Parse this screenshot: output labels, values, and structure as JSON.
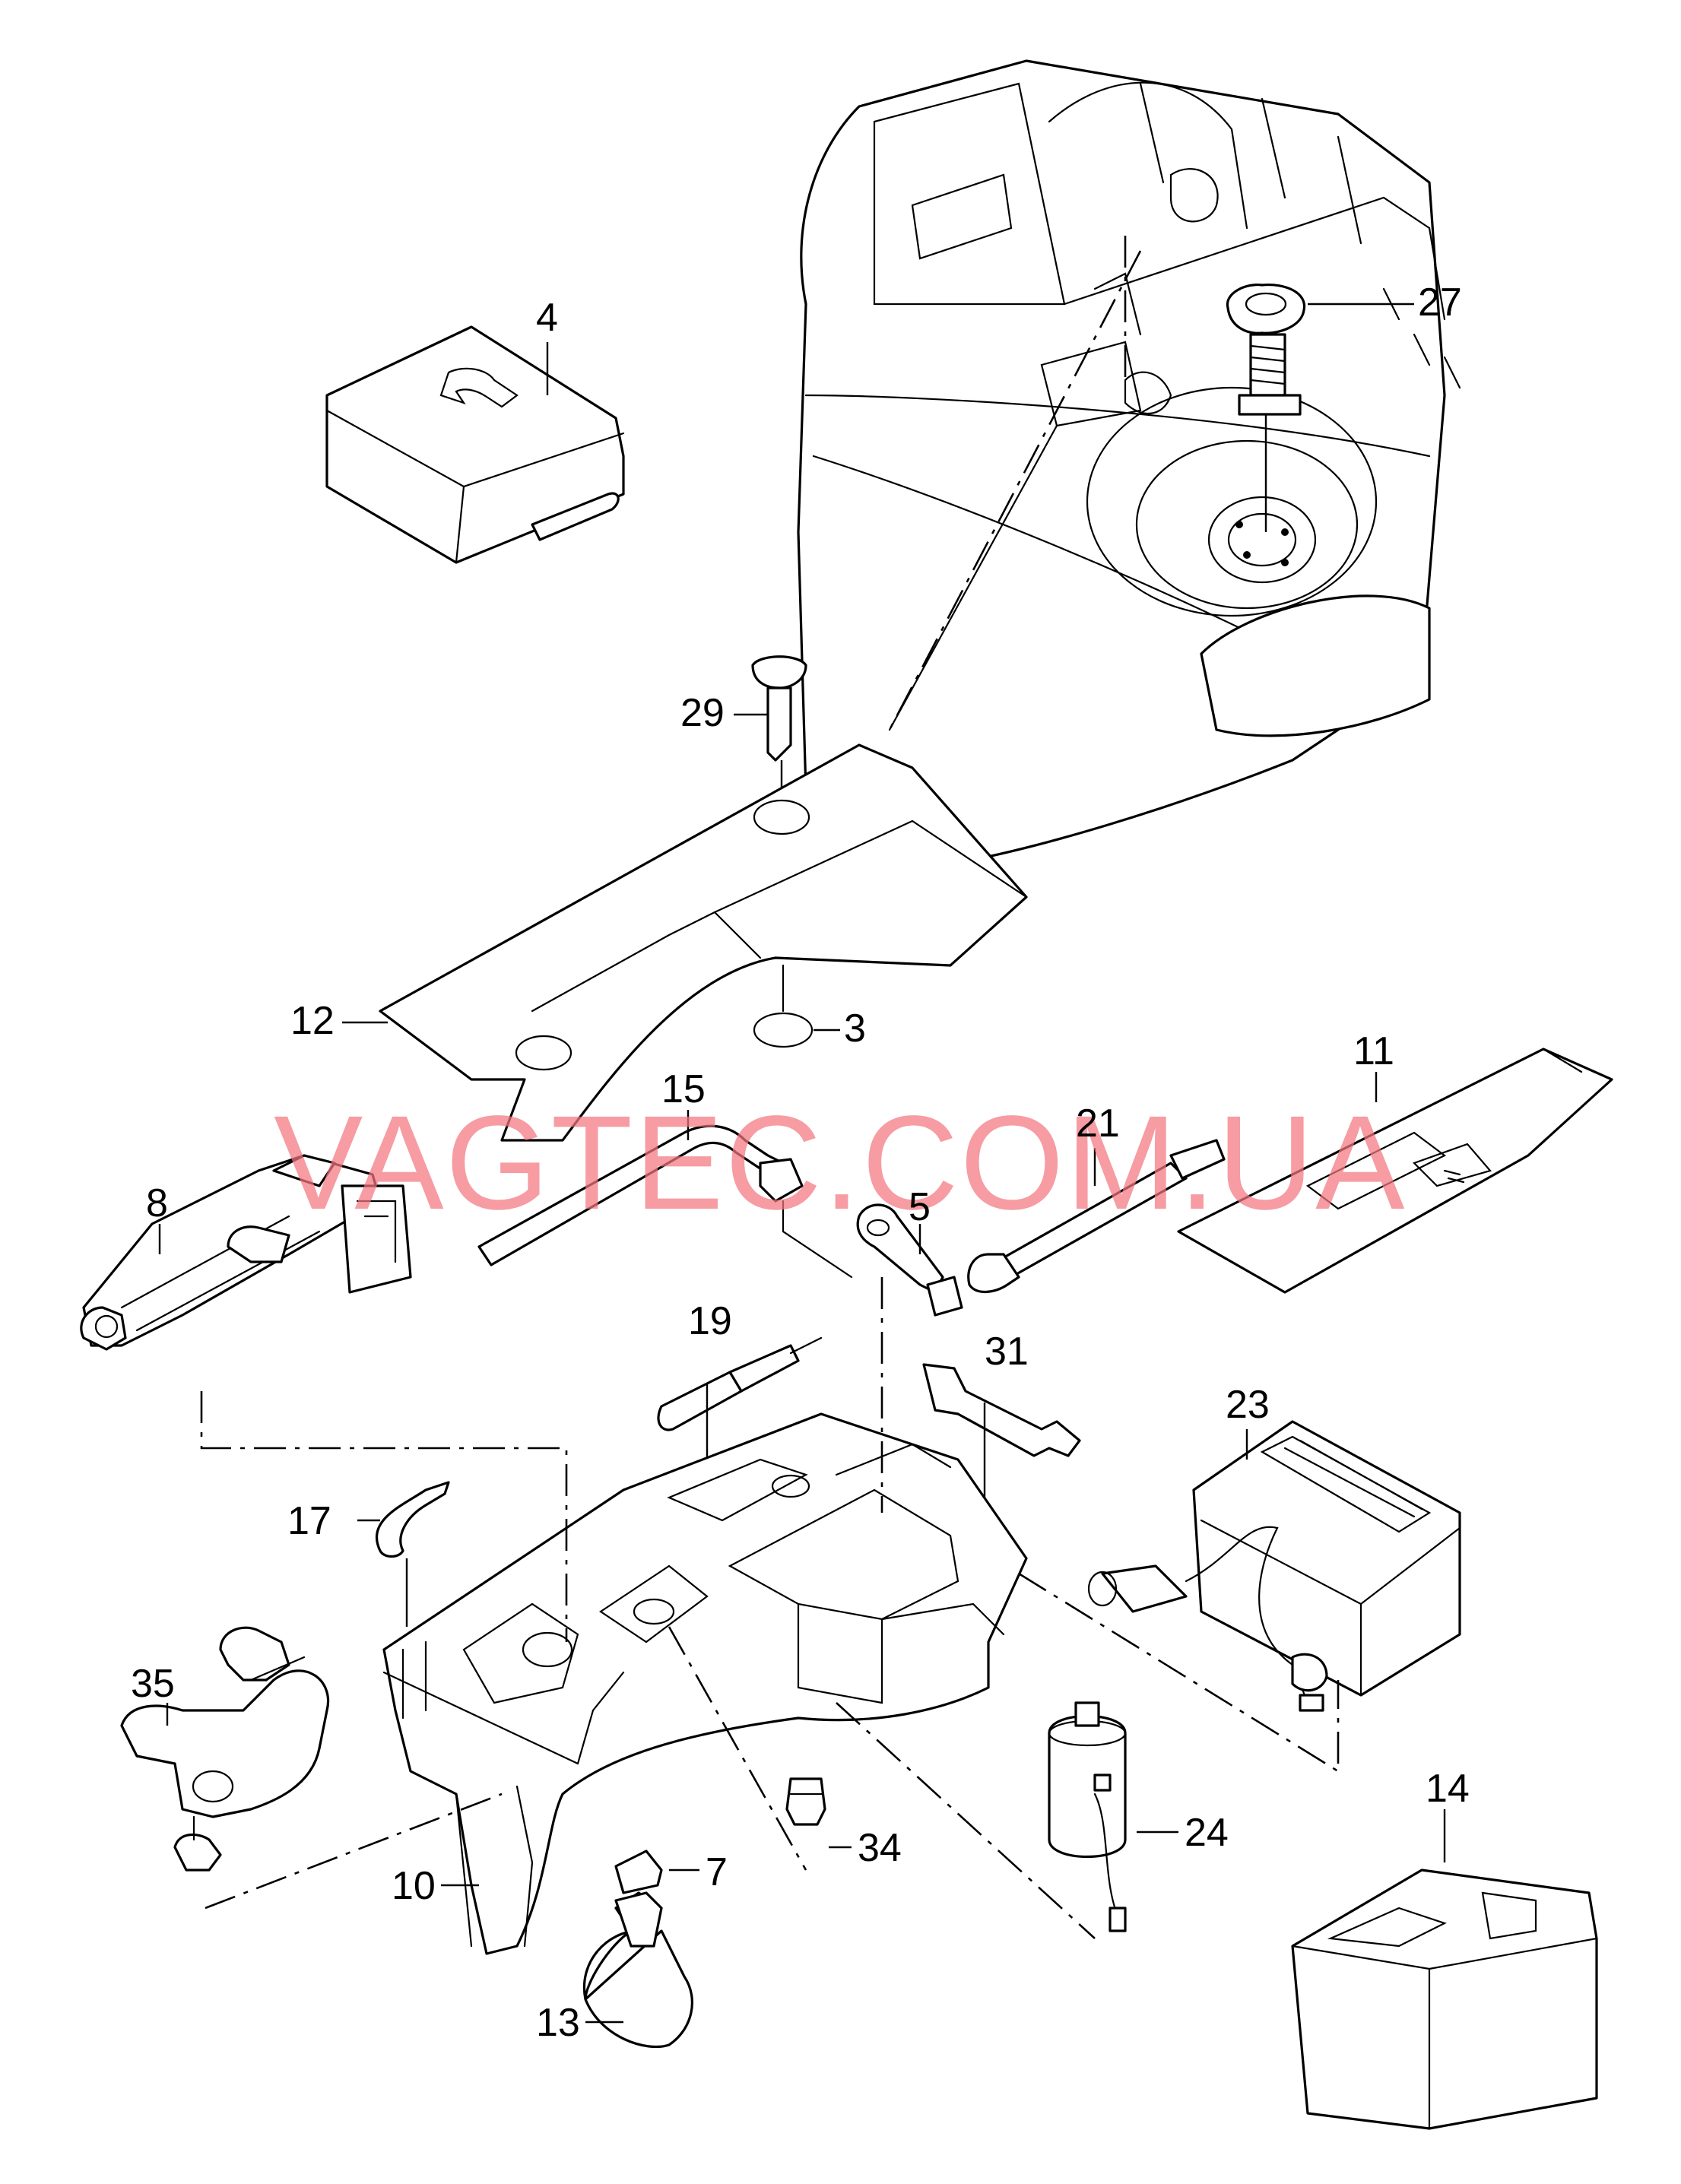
{
  "watermark": "VAGTEC.COM.UA",
  "callouts": {
    "p4": "4",
    "p27": "27",
    "p29": "29",
    "p12": "12",
    "p3": "3",
    "p15": "15",
    "p21": "21",
    "p11": "11",
    "p8": "8",
    "p5": "5",
    "p19": "19",
    "p31": "31",
    "p23": "23",
    "p17": "17",
    "p35": "35",
    "p10": "10",
    "p7": "7",
    "p34": "34",
    "p24": "24",
    "p14": "14",
    "p13": "13"
  },
  "colors": {
    "line": "#000000",
    "watermark": "#f3777f",
    "background": "#ffffff"
  }
}
